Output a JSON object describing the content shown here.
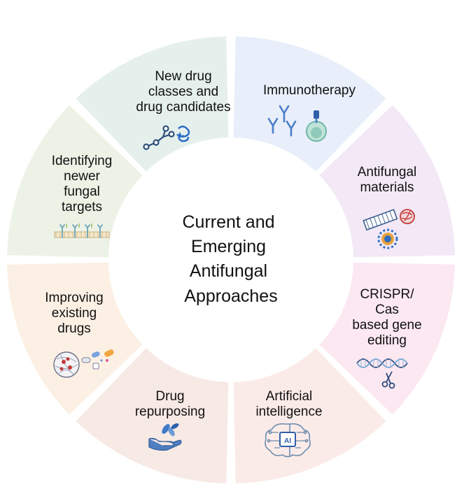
{
  "center": {
    "lines": [
      "Current and",
      "Emerging",
      "Antifungal",
      "Approaches"
    ]
  },
  "segments": [
    {
      "name": "new-drug-classes",
      "lines": [
        "New drug",
        "classes and",
        "drug candidates"
      ],
      "icon": "molecule-icon",
      "color": "#e5f0ec"
    },
    {
      "name": "immunotherapy",
      "lines": [
        "Immunotherapy"
      ],
      "icon": "antibody-cell-icon",
      "color": "#e8eefa"
    },
    {
      "name": "antifungal-materials",
      "lines": [
        "Antifungal",
        "materials"
      ],
      "icon": "nanomaterial-icon",
      "color": "#f2e8f6"
    },
    {
      "name": "crispr-cas",
      "lines": [
        "CRISPR/",
        "Cas",
        "based gene",
        "editing"
      ],
      "icon": "dna-scissors-icon",
      "color": "#fbe8f1"
    },
    {
      "name": "artificial-intelligence",
      "lines": [
        "Artificial",
        "intelligence"
      ],
      "icon": "ai-brain-icon",
      "color": "#fbebe8"
    },
    {
      "name": "drug-repurposing",
      "lines": [
        "Drug",
        "repurposing"
      ],
      "icon": "hand-pills-icon",
      "color": "#f7e9e4"
    },
    {
      "name": "improving-existing-drugs",
      "lines": [
        "Improving",
        "existing",
        "drugs"
      ],
      "icon": "nanoparticle-pills-icon",
      "color": "#fcf0e4"
    },
    {
      "name": "identifying-fungal-targets",
      "lines": [
        "Identifying",
        "newer",
        "fungal",
        "targets"
      ],
      "icon": "membrane-receptor-icon",
      "color": "#edf2e6"
    }
  ],
  "icon_labels": {
    "ai_chip": "AI"
  }
}
